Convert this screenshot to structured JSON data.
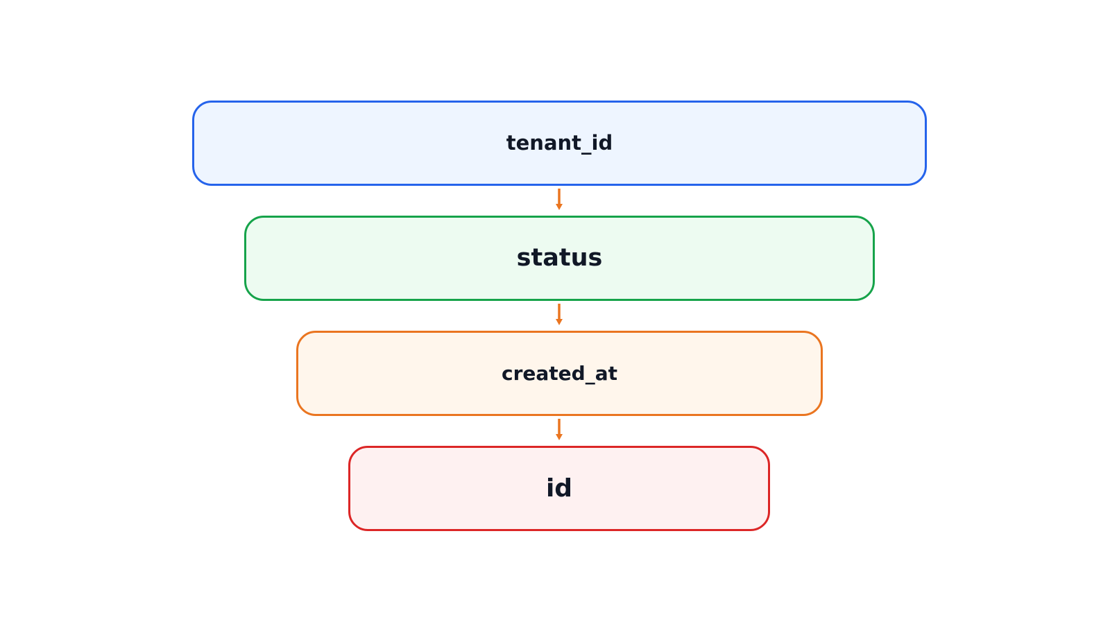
{
  "diagram": {
    "nodes": [
      {
        "label": "tenant_id",
        "border": "#2563eb",
        "fill": "#eef5ff"
      },
      {
        "label": "status",
        "border": "#16a34a",
        "fill": "#edfbf1"
      },
      {
        "label": "created_at",
        "border": "#ea7520",
        "fill": "#fff6ec"
      },
      {
        "label": "id",
        "border": "#dc2626",
        "fill": "#fef1f1"
      }
    ],
    "connector_color": "#ea7520"
  }
}
